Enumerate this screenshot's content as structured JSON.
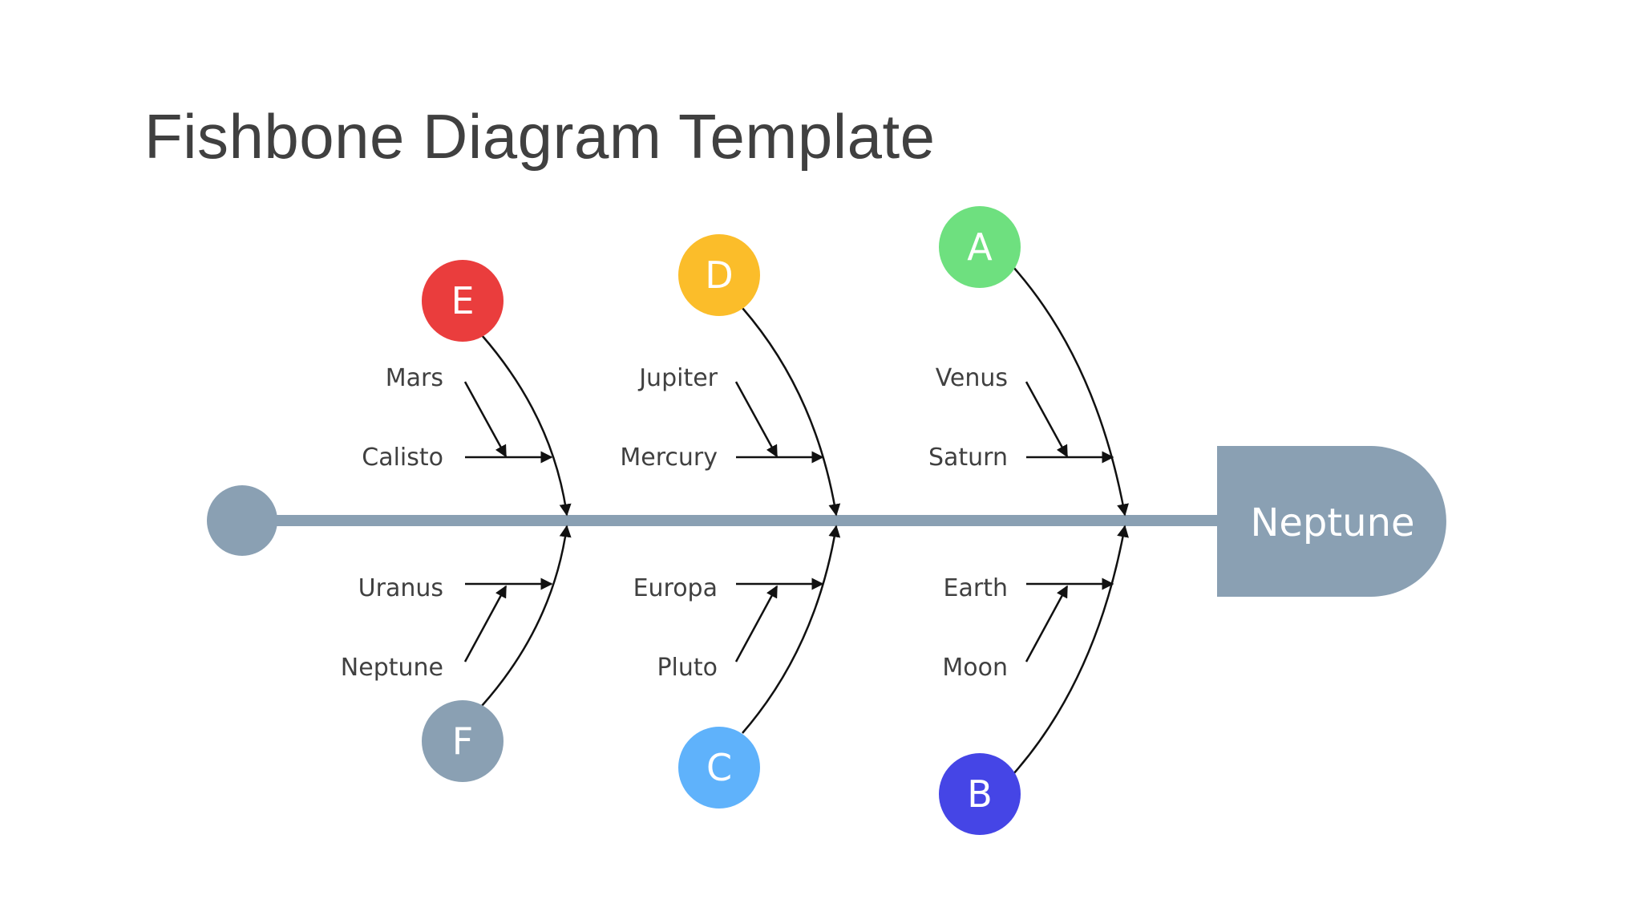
{
  "title": "Fishbone Diagram Template",
  "colors": {
    "spine": "#8aa0b3",
    "arrow": "#111111",
    "text": "#404040"
  },
  "head": {
    "label": "Neptune"
  },
  "categories": [
    {
      "letter": "A",
      "color": "#6ee07f",
      "causes": [
        "Venus",
        "Saturn"
      ]
    },
    {
      "letter": "B",
      "color": "#4545e6",
      "causes": [
        "Earth",
        "Moon"
      ]
    },
    {
      "letter": "C",
      "color": "#5fb2fb",
      "causes": [
        "Europa",
        "Pluto"
      ]
    },
    {
      "letter": "D",
      "color": "#fbbd2a",
      "causes": [
        "Jupiter",
        "Mercury"
      ]
    },
    {
      "letter": "E",
      "color": "#ea3d3d",
      "causes": [
        "Mars",
        "Calisto"
      ]
    },
    {
      "letter": "F",
      "color": "#8aa0b3",
      "causes": [
        "Uranus",
        "Neptune"
      ]
    }
  ]
}
